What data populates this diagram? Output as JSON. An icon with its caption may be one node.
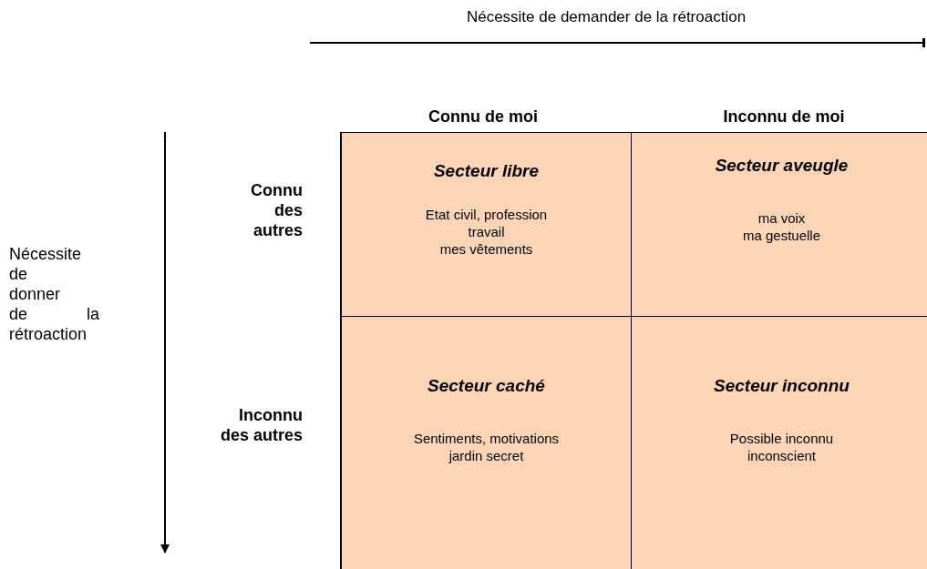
{
  "diagram": {
    "nodes": [
      {
        "text": [
          "Secteur libre",
          "Etat civil, profession",
          "travail",
          "mes vêtements"
        ]
      },
      {
        "text": [
          "Secteur aveugle",
          "ma voix",
          "ma gestuelle"
        ]
      },
      {
        "text": [
          "Secteur caché",
          "Sentiments, motivations",
          "jardin secret"
        ]
      },
      {
        "text": [
          "Secteur inconnu",
          "Possible inconnu",
          "inconscient"
        ]
      }
    ],
    "labels": [
      "Nécessite de demander de la rétroaction",
      "Connu de moi",
      "Inconnu de moi",
      "Connu des autres",
      "Nécessite de donner de la rétroaction",
      "Inconnu des autres"
    ]
  }
}
